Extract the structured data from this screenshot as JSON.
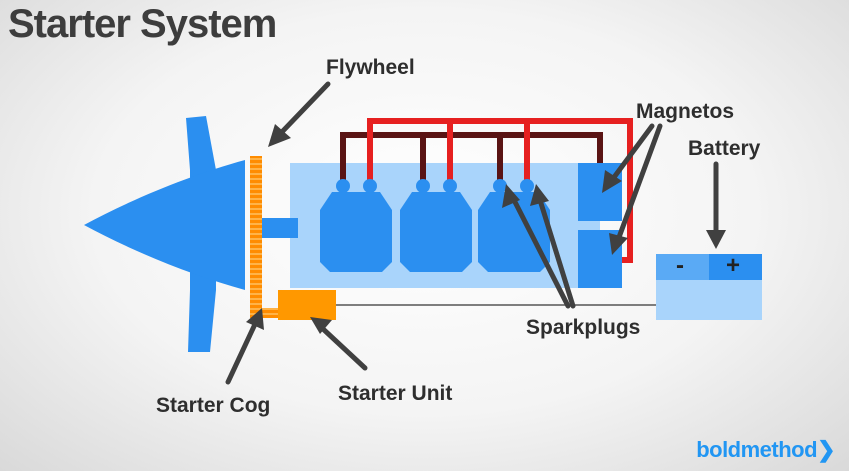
{
  "title": "Starter System",
  "labels": {
    "flywheel": "Flywheel",
    "magnetos": "Magnetos",
    "battery": "Battery",
    "sparkplugs": "Sparkplugs",
    "starter_cog": "Starter Cog",
    "starter_unit": "Starter Unit"
  },
  "battery_terminals": {
    "negative": "-",
    "positive": "+"
  },
  "brand": "boldmethod",
  "brand_chevron": "❯",
  "colors": {
    "propeller": "#2b8ff0",
    "engine_block": "#a9d4fb",
    "cylinder": "#2b8ff0",
    "flywheel": "#ff8c00",
    "starter_unit": "#ff9800",
    "wire_red": "#e62020",
    "wire_dark": "#5a1414",
    "arrow": "#404040",
    "brand": "#2196f3"
  }
}
